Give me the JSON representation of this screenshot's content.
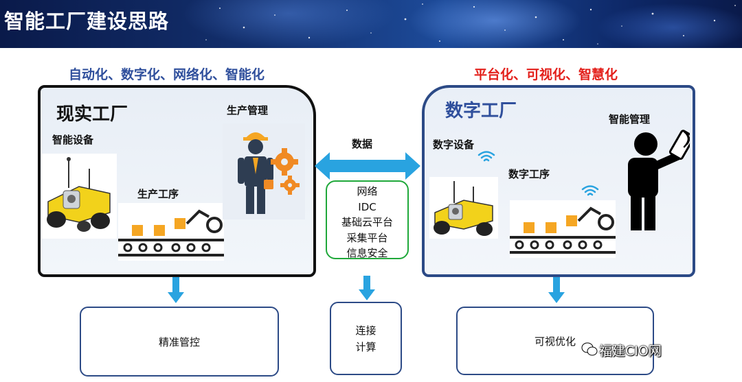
{
  "banner": {
    "title": "智能工厂建设思路"
  },
  "left": {
    "tagline": "自动化、数字化、网络化、智能化",
    "title": "现实工厂",
    "device_label": "智能设备",
    "process_label": "生产工序",
    "management_label": "生产管理"
  },
  "right": {
    "tagline": "平台化、可视化、智慧化",
    "title": "数字工厂",
    "device_label": "数字设备",
    "process_label": "数字工序",
    "management_label": "智能管理"
  },
  "center": {
    "arrow_label": "数据",
    "items": [
      "网络",
      "IDC",
      "基础云平台",
      "采集平台",
      "信息安全"
    ]
  },
  "outputs": {
    "left": "精准管控",
    "middle": [
      "连接",
      "计算"
    ],
    "right": "可视优化"
  },
  "watermark": "福建CIO网",
  "colors": {
    "left_tagline": "#2f4f9c",
    "right_tagline": "#e3201b",
    "arrow": "#29a3e0",
    "center_border": "#1fa83a",
    "output_border": "#2c4a86",
    "machine_yellow": "#f2d21b"
  }
}
